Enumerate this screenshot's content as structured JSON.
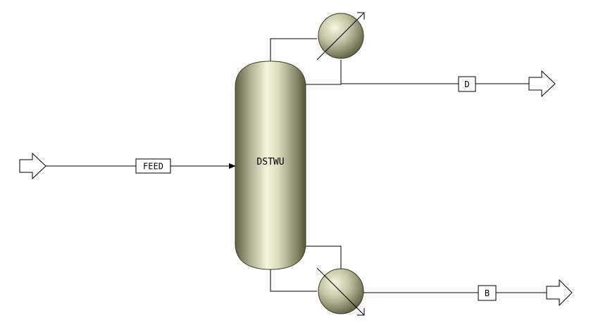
{
  "flowsheet": {
    "column": {
      "label": "DSTWU"
    },
    "streams": {
      "feed": {
        "label": "FEED"
      },
      "distillate": {
        "label": "D"
      },
      "bottoms": {
        "label": "B"
      }
    }
  },
  "colors": {
    "vessel_highlight": "#f6f6e2",
    "vessel_mid": "#c9c9ab",
    "vessel_shadow": "#5e5e46",
    "line": "#000000"
  }
}
